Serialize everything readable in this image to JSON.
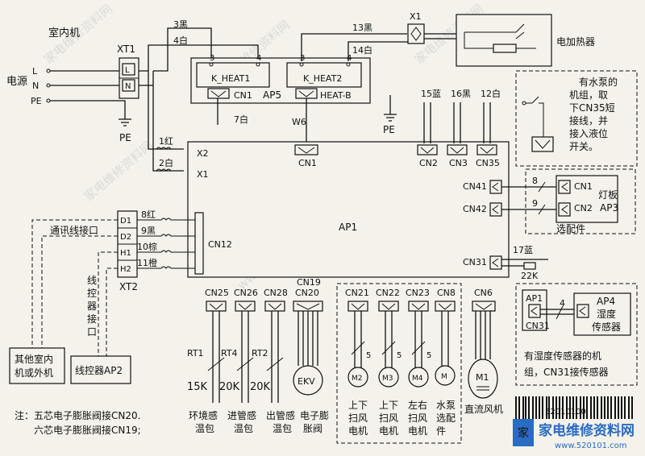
{
  "title": "室内机",
  "power": {
    "label": "电源",
    "terminals": [
      "L",
      "N",
      "PE"
    ],
    "ground": "PE",
    "block": "XT1",
    "block_terms": [
      "L",
      "N"
    ]
  },
  "heater": {
    "label": "电加热器",
    "connector": "X1"
  },
  "ap5": {
    "label": "AP5",
    "relay1": "K_HEAT1",
    "relay2": "K_HEAT2",
    "cn1": "CN1",
    "heatb": "HEAT-B",
    "pins": [
      "3",
      "4",
      "3",
      "4"
    ]
  },
  "wires_top": [
    "3黑",
    "4白",
    "13黑",
    "14白",
    "7白",
    "W6"
  ],
  "ap1": {
    "label": "AP1",
    "x2": "X2",
    "x1": "X1",
    "w1": "1红",
    "w2": "2白",
    "cn1": "CN1",
    "pe": "PE"
  },
  "top_connectors": [
    {
      "wire": "15蓝",
      "name": "CN2"
    },
    {
      "wire": "16黑",
      "name": "CN3"
    },
    {
      "wire": "12白",
      "name": "CN35"
    }
  ],
  "pump_note": [
    "有水泵的",
    "机组，取",
    "下CN35短",
    "接线，并",
    "接入液位",
    "开关。"
  ],
  "option": {
    "cn41": "CN41",
    "cn42": "CN42",
    "w8": "8",
    "w9": "9",
    "cn1": "CN1",
    "cn2": "CN2",
    "lamp": "灯板",
    "ap3": "AP3",
    "label": "选配件"
  },
  "comm": {
    "label": "通讯线接口",
    "terms": [
      "D1",
      "D2",
      "H1",
      "H2"
    ],
    "block": "XT2",
    "wires": [
      "8红",
      "9黑",
      "10棕",
      "11橙"
    ],
    "cn12": "CN12"
  },
  "wired_ctrl_label": [
    "线",
    "控",
    "器",
    "接",
    "口"
  ],
  "other_unit": [
    "其他室内",
    "机或外机"
  ],
  "controller": "线控器AP2",
  "cn31": {
    "name": "CN31",
    "wire": "17蓝",
    "res": "22K"
  },
  "humidity": {
    "ap1": "AP1",
    "cn31": "CN31",
    "wire": "4",
    "ap4": "AP4",
    "sensor1": "湿度",
    "sensor2": "传感器",
    "note1": "有湿度传感器的机",
    "note2": "组，CN31接传感器"
  },
  "bottom_connectors": [
    "CN25",
    "CN26",
    "CN28",
    "CN19",
    "CN20",
    "CN21",
    "CN22",
    "CN23",
    "CN8",
    "CN6"
  ],
  "sensors": [
    {
      "rt": "RT1",
      "val": "15K",
      "name1": "环境感",
      "name2": "温包"
    },
    {
      "rt": "RT4",
      "val": "20K",
      "name1": "进管感",
      "name2": "温包"
    },
    {
      "rt": "RT2",
      "val": "20K",
      "name1": "出管感",
      "name2": "温包"
    }
  ],
  "ekv": {
    "symbol": "EKV",
    "name1": "电子膨",
    "name2": "胀阀"
  },
  "motors": [
    {
      "sym": "M2",
      "n": "5",
      "lines": [
        "上下",
        "扫风",
        "电机"
      ]
    },
    {
      "sym": "M3",
      "n": "5",
      "lines": [
        "上下",
        "扫风",
        "电机"
      ]
    },
    {
      "sym": "M4",
      "n": "5",
      "lines": [
        "左右",
        "扫风",
        "电机"
      ]
    },
    {
      "sym": "M",
      "n": "",
      "lines": [
        "水泵",
        "选配",
        "件"
      ]
    }
  ],
  "fan": {
    "sym": "M1",
    "label": "直流风机"
  },
  "note": [
    "注：五芯电子膨胀阀接CN20.",
    "六芯电子膨胀阀接CN19;"
  ],
  "watermark": {
    "site": "家电维修资料网",
    "url": "www.520101.com",
    "footer_site": "家电维修资料网",
    "footer_url": "www.520101.com",
    "barcode": "52010100"
  }
}
